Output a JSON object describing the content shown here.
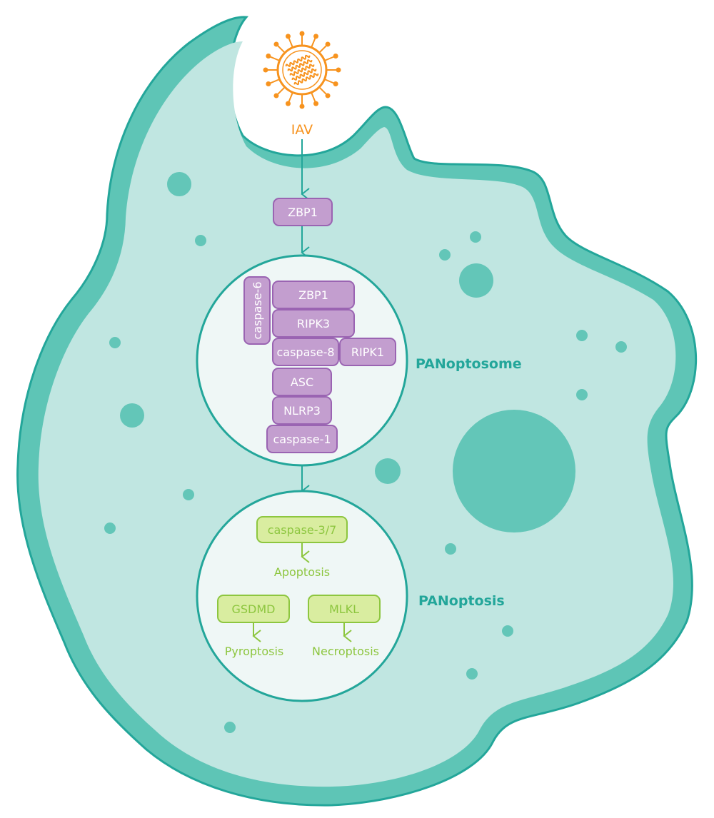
{
  "colors": {
    "membrane": "#5ec5b6",
    "membrane_stroke": "#23a69a",
    "cytoplasm": "#c0e6e1",
    "organelle": "#63c6b8",
    "circle_fill": "#eff7f6",
    "purple_fill": "#c39ecf",
    "purple_stroke": "#9a64b2",
    "green_fill": "#d9eda0",
    "green_stroke": "#8dc63f",
    "virus": "#f7931e",
    "label_teal": "#23a69a"
  },
  "virus": {
    "label": "IAV",
    "icon": "virus-icon"
  },
  "pathway": {
    "zbp1_top": "ZBP1"
  },
  "panoptosome": {
    "label": "PANoptosome",
    "proteins": {
      "caspase6": "caspase-6",
      "zbp1": "ZBP1",
      "ripk3": "RIPK3",
      "caspase8": "caspase-8",
      "ripk1": "RIPK1",
      "asc": "ASC",
      "nlrp3": "NLRP3",
      "caspase1": "caspase-1"
    }
  },
  "panoptosis": {
    "label": "PANoptosis",
    "caspase37": "caspase-3/7",
    "apoptosis": "Apoptosis",
    "gsdmd": "GSDMD",
    "pyroptosis": "Pyroptosis",
    "mlkl": "MLKL",
    "necroptosis": "Necroptosis"
  }
}
